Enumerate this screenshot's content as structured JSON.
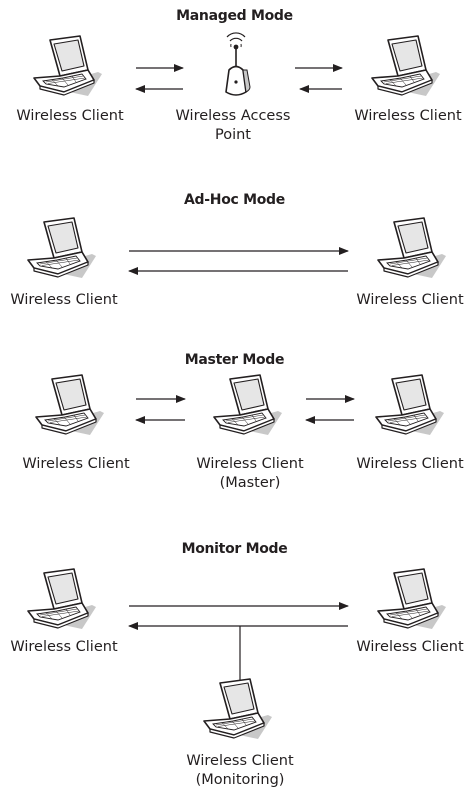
{
  "sections": {
    "managed": {
      "title": "Managed Mode",
      "left_label": "Wireless Client",
      "center_label_line1": "Wireless Access",
      "center_label_line2": "Point",
      "right_label": "Wireless Client"
    },
    "adhoc": {
      "title": "Ad-Hoc Mode",
      "left_label": "Wireless Client",
      "right_label": "Wireless Client"
    },
    "master": {
      "title": "Master Mode",
      "left_label": "Wireless Client",
      "center_label_line1": "Wireless Client",
      "center_label_line2": "(Master)",
      "right_label": "Wireless Client"
    },
    "monitor": {
      "title": "Monitor Mode",
      "left_label": "Wireless Client",
      "right_label": "Wireless Client",
      "bottom_label_line1": "Wireless Client",
      "bottom_label_line2": "(Monitoring)"
    }
  },
  "icons": {
    "client": "laptop-icon",
    "access_point": "wireless-access-point-icon"
  },
  "colors": {
    "line": "#231f20",
    "shadow": "#c8c8c8",
    "screen": "#e6e6e6"
  }
}
